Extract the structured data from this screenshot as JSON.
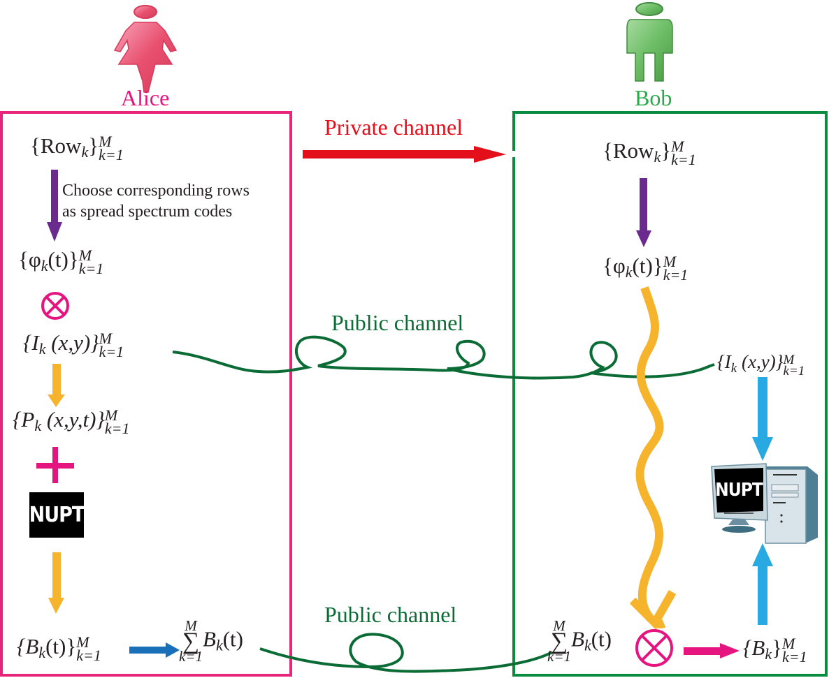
{
  "colors": {
    "alice": "#e8257d",
    "bob": "#0a8c3e",
    "private_channel": "#e3101c",
    "public_channel": "#0b6b35",
    "purple_arrow": "#6a2a8e",
    "orange_arrow": "#f6b42c",
    "blue_arrow_left": "#1a70b8",
    "blue_arrow_right": "#29a9e1",
    "magenta_arrow": "#e6147f"
  },
  "actors": {
    "alice": {
      "name": "Alice",
      "icon": "female-user-icon"
    },
    "bob": {
      "name": "Bob",
      "icon": "male-user-icon"
    }
  },
  "channels": {
    "private": "Private channel",
    "public_top": "Public channel",
    "public_bottom": "Public channel"
  },
  "alice_box": {
    "row_set": {
      "base": "{Row",
      "sub": "k",
      "close": "}",
      "upper": "M",
      "lower": "k=1"
    },
    "step_caption_line1": "Choose corresponding rows",
    "step_caption_line2": "as spread spectrum codes",
    "phi_set": {
      "base": "{φ",
      "sub": "k",
      "arg": "(t)}",
      "upper": "M",
      "lower": "k=1"
    },
    "multiply_symbol": "⊗",
    "image_set": {
      "base": "{I",
      "sub": "k",
      "arg": " (x,y)}",
      "upper": "M",
      "lower": "k=1"
    },
    "pattern_set": {
      "base": "{P",
      "sub": "k",
      "arg": " (x,y,t)}",
      "upper": "M",
      "lower": "k=1"
    },
    "plus_symbol": "+",
    "logo_text": "NUPT",
    "bucket_set": {
      "base": "{B",
      "sub": "k",
      "arg": "(t)}",
      "upper": "M",
      "lower": "k=1"
    },
    "sum": {
      "sigma": "∑",
      "upper": "M",
      "lower": "k=1",
      "body": "B",
      "sub": "k",
      "arg": "(t)"
    }
  },
  "bob_box": {
    "row_set": {
      "base": "{Row",
      "sub": "k",
      "close": "}",
      "upper": "M",
      "lower": "k=1"
    },
    "phi_set": {
      "base": "{φ",
      "sub": "k",
      "arg": "(t)}",
      "upper": "M",
      "lower": "k=1"
    },
    "image_set": {
      "base": "{I",
      "sub": "k",
      "arg": " (x,y)}",
      "upper": "M",
      "lower": "k=1"
    },
    "computer_screen_text": "NUPT",
    "sum": {
      "sigma": "∑",
      "upper": "M",
      "lower": "k=1",
      "body": "B",
      "sub": "k",
      "arg": "(t)"
    },
    "multiply_symbol": "⊗",
    "result_set": {
      "base": "{B",
      "sub": "k",
      "close": "}",
      "upper": "M",
      "lower": "k=1"
    }
  }
}
